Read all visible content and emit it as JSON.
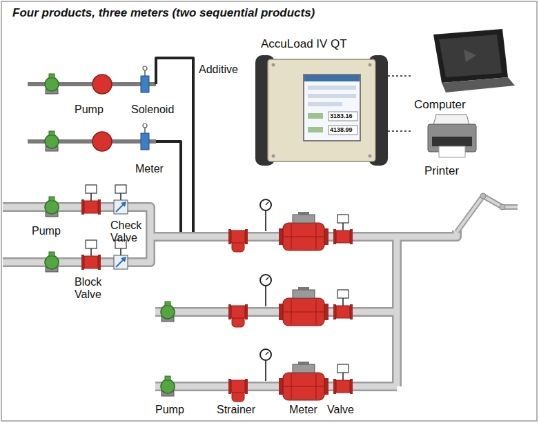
{
  "diagram": {
    "title": "Four products, three meters (two sequential products)",
    "nodes": [
      {
        "text": [
          "AccuLoad IV QT"
        ]
      },
      {
        "text": [
          "Computer"
        ]
      },
      {
        "text": [
          "Printer"
        ]
      }
    ],
    "edges": [
      {
        "from": 0,
        "to": 1,
        "arrow": "none"
      },
      {
        "from": 0,
        "to": 2,
        "arrow": "none"
      }
    ],
    "labels": [
      "3183.16",
      "4138.99",
      "Additive",
      "Pump",
      "Solenoid",
      "Meter",
      "Pump",
      "Check Valve",
      "Block Valve",
      "Pump",
      "Strainer",
      "Meter",
      "Valve"
    ]
  }
}
